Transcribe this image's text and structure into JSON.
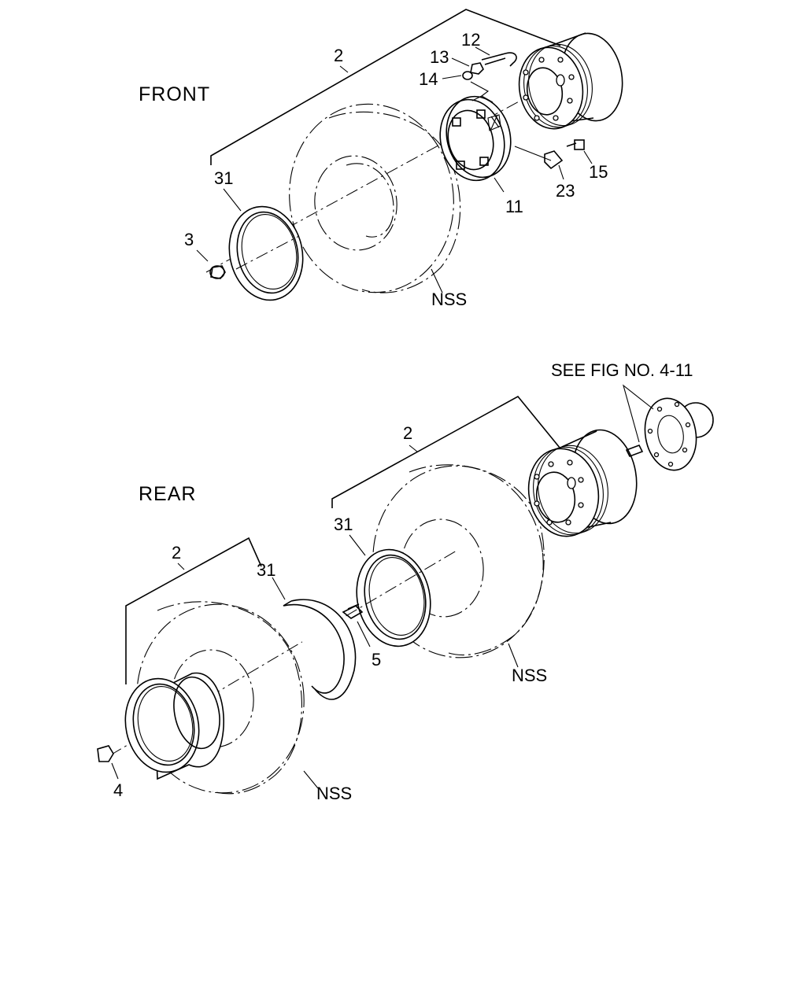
{
  "sections": {
    "front": "FRONT",
    "rear": "REAR"
  },
  "reference": "SEE FIG NO. 4-11",
  "callouts": {
    "front_2": "2",
    "front_12": "12",
    "front_13": "13",
    "front_14": "14",
    "front_31": "31",
    "front_3": "3",
    "front_11": "11",
    "front_23": "23",
    "front_15": "15",
    "front_nss": "NSS",
    "rear_2_inner": "2",
    "rear_31_inner": "31",
    "rear_2_outer": "2",
    "rear_31_outer": "31",
    "rear_5": "5",
    "rear_nss_inner": "NSS",
    "rear_4": "4",
    "rear_nss_outer": "NSS"
  }
}
